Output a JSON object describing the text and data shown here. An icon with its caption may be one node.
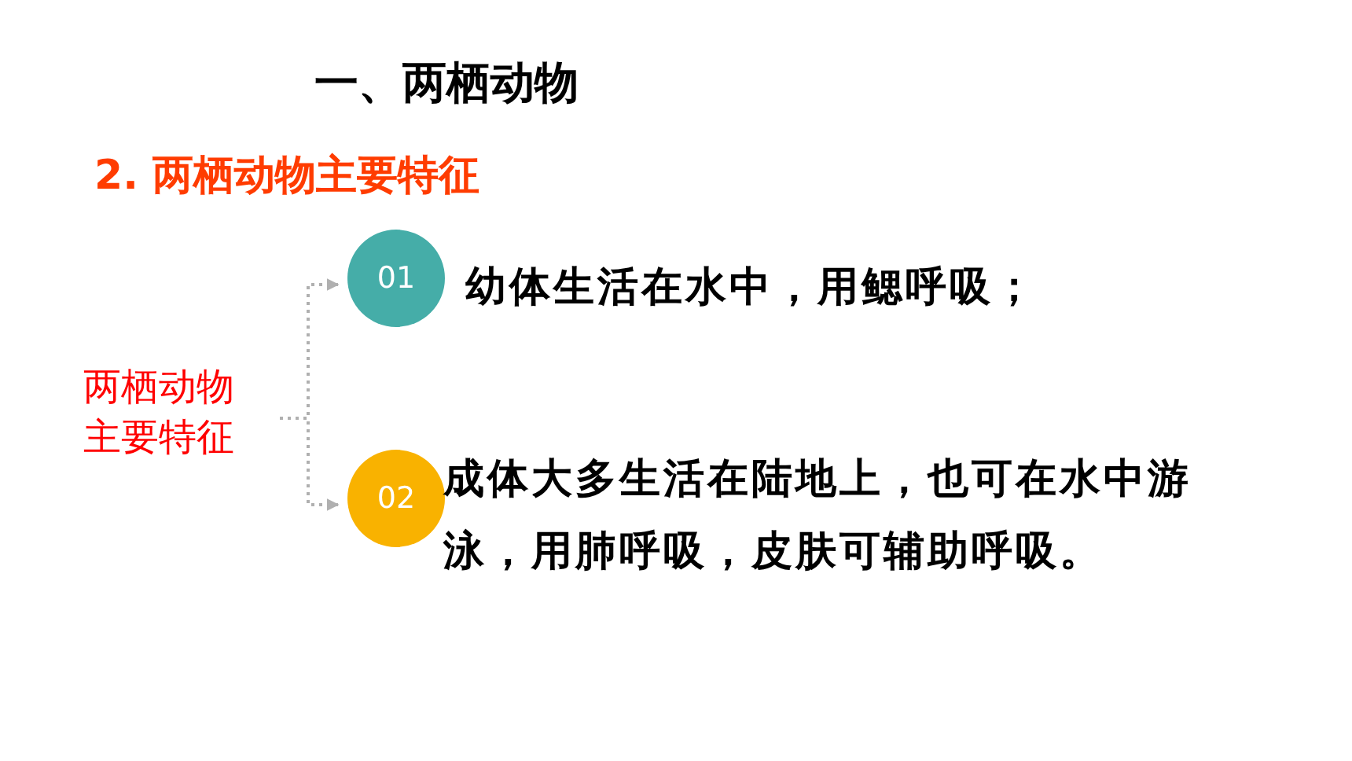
{
  "diagram": {
    "title": "一、两栖动物",
    "nodes": [
      {
        "text": [
          "两栖动物主要特征"
        ]
      },
      {
        "text": [
          "01"
        ],
        "beside": [
          "幼体生活在水中，用鳃呼吸；"
        ]
      },
      {
        "text": [
          "02"
        ],
        "beside": [
          "成体大多生活在陆地上，也可在水中游泳，用肺呼吸，皮肤可辅助呼吸。"
        ]
      }
    ],
    "edges": [
      {
        "from": 0,
        "to": 1,
        "arrow": "to",
        "style": "dashed"
      },
      {
        "from": 0,
        "to": 2,
        "arrow": "to",
        "style": "dashed"
      }
    ],
    "labels": [
      "2. 两栖动物主要特征"
    ]
  }
}
